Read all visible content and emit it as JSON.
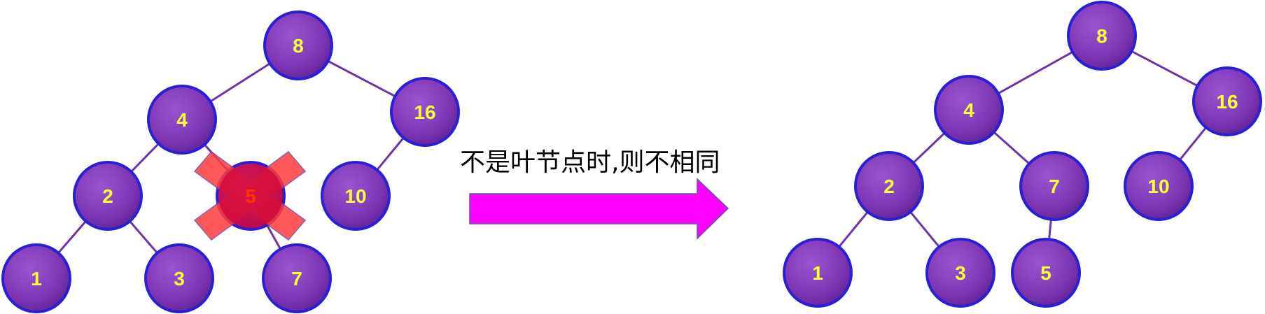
{
  "caption": "不是叶节点时,则不相同",
  "colors": {
    "node_fill": "#7b35b3",
    "node_stroke": "#2a1fd6",
    "edge": "#6a35a8",
    "label": "#ffff33",
    "deleted_label": "#ff3300",
    "cross": "#ff3b3b",
    "arrow": "#ff00ff"
  },
  "before_tree": {
    "nodes": [
      {
        "id": "b8",
        "label": "8"
      },
      {
        "id": "b4",
        "label": "4"
      },
      {
        "id": "b16",
        "label": "16"
      },
      {
        "id": "b2",
        "label": "2"
      },
      {
        "id": "b5",
        "label": "5",
        "deleted": true
      },
      {
        "id": "b10",
        "label": "10"
      },
      {
        "id": "b1",
        "label": "1"
      },
      {
        "id": "b3",
        "label": "3"
      },
      {
        "id": "b7",
        "label": "7"
      }
    ],
    "edges": [
      [
        "b8",
        "b4"
      ],
      [
        "b8",
        "b16"
      ],
      [
        "b4",
        "b2"
      ],
      [
        "b4",
        "b5"
      ],
      [
        "b16",
        "b10"
      ],
      [
        "b2",
        "b1"
      ],
      [
        "b2",
        "b3"
      ],
      [
        "b5",
        "b7"
      ]
    ]
  },
  "after_tree": {
    "nodes": [
      {
        "id": "a8",
        "label": "8"
      },
      {
        "id": "a4",
        "label": "4"
      },
      {
        "id": "a16",
        "label": "16"
      },
      {
        "id": "a2",
        "label": "2"
      },
      {
        "id": "a7",
        "label": "7"
      },
      {
        "id": "a10",
        "label": "10"
      },
      {
        "id": "a1",
        "label": "1"
      },
      {
        "id": "a3",
        "label": "3"
      },
      {
        "id": "a5",
        "label": "5"
      }
    ],
    "edges": [
      [
        "a8",
        "a4"
      ],
      [
        "a8",
        "a16"
      ],
      [
        "a4",
        "a2"
      ],
      [
        "a4",
        "a7"
      ],
      [
        "a16",
        "a10"
      ],
      [
        "a2",
        "a1"
      ],
      [
        "a2",
        "a3"
      ],
      [
        "a7",
        "a5"
      ]
    ]
  }
}
